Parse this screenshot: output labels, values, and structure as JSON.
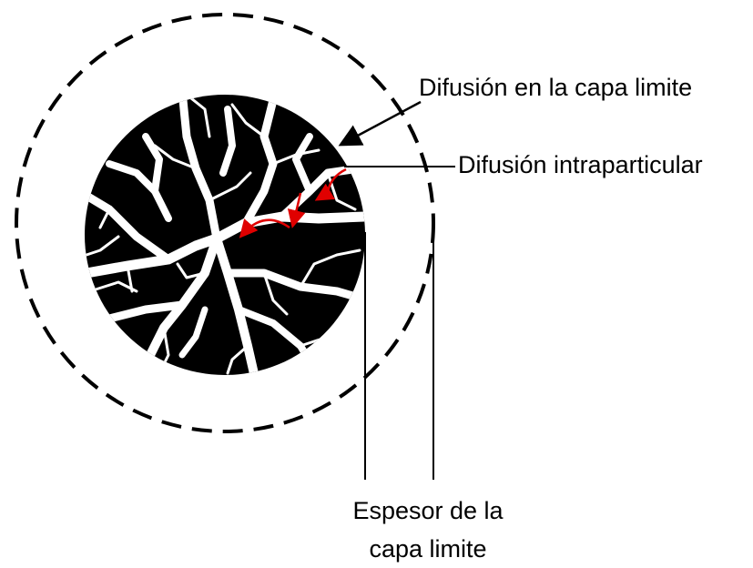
{
  "labels": {
    "boundary_layer_diffusion": "Difusión en la capa limite",
    "intraparticle_diffusion": "Difusión intraparticular",
    "thickness_line1": "Espesor de la",
    "thickness_line2": "capa limite"
  },
  "colors": {
    "particle": "#000000",
    "pores": "#ffffff",
    "arrows_diffusion": "#e00000",
    "lines": "#000000",
    "background": "#ffffff"
  }
}
